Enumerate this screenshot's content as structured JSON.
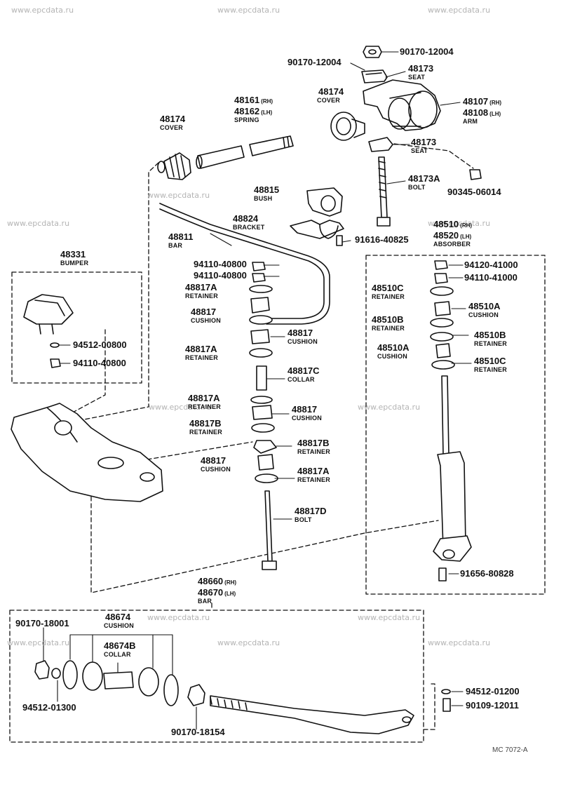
{
  "watermark": "www.epcdata.ru",
  "diagram_code": "MC 7072-A",
  "parts": [
    {
      "id": "p1",
      "number": "90170-12004",
      "suffix": "",
      "name": ""
    },
    {
      "id": "p2",
      "number": "90170-12004",
      "suffix": "",
      "name": ""
    },
    {
      "id": "p3",
      "number": "48173",
      "suffix": "",
      "name": "SEAT"
    },
    {
      "id": "p4",
      "number": "48174",
      "suffix": "",
      "name": "COVER"
    },
    {
      "id": "p5",
      "number": "48107",
      "suffix": "(RH)",
      "name": ""
    },
    {
      "id": "p6",
      "number": "48108",
      "suffix": "(LH)",
      "name": "ARM"
    },
    {
      "id": "p7",
      "number": "48161",
      "suffix": "(RH)",
      "name": ""
    },
    {
      "id": "p8",
      "number": "48162",
      "suffix": "(LH)",
      "name": "SPRING"
    },
    {
      "id": "p9",
      "number": "48174",
      "suffix": "",
      "name": "COVER"
    },
    {
      "id": "p10",
      "number": "48173",
      "suffix": "",
      "name": "SEAT"
    },
    {
      "id": "p11",
      "number": "48173A",
      "suffix": "",
      "name": "BOLT"
    },
    {
      "id": "p12",
      "number": "90345-06014",
      "suffix": "",
      "name": ""
    },
    {
      "id": "p13",
      "number": "48815",
      "suffix": "",
      "name": "BUSH"
    },
    {
      "id": "p14",
      "number": "48824",
      "suffix": "",
      "name": "BRACKET"
    },
    {
      "id": "p15",
      "number": "91616-40825",
      "suffix": "",
      "name": ""
    },
    {
      "id": "p16",
      "number": "48811",
      "suffix": "",
      "name": "BAR"
    },
    {
      "id": "p17",
      "number": "48510",
      "suffix": "(RH)",
      "name": ""
    },
    {
      "id": "p18",
      "number": "48520",
      "suffix": "(LH)",
      "name": "ABSORBER"
    },
    {
      "id": "p19",
      "number": "48331",
      "suffix": "",
      "name": "BUMPER"
    },
    {
      "id": "p20",
      "number": "94110-40800",
      "suffix": "",
      "name": ""
    },
    {
      "id": "p21",
      "number": "94110-40800",
      "suffix": "",
      "name": ""
    },
    {
      "id": "p22",
      "number": "48817A",
      "suffix": "",
      "name": "RETAINER"
    },
    {
      "id": "p23",
      "number": "48817",
      "suffix": "",
      "name": "CUSHION"
    },
    {
      "id": "p24",
      "number": "94120-41000",
      "suffix": "",
      "name": ""
    },
    {
      "id": "p25",
      "number": "94110-41000",
      "suffix": "",
      "name": ""
    },
    {
      "id": "p26",
      "number": "48510C",
      "suffix": "",
      "name": "RETAINER"
    },
    {
      "id": "p27",
      "number": "48510A",
      "suffix": "",
      "name": "CUSHION"
    },
    {
      "id": "p28",
      "number": "48510B",
      "suffix": "",
      "name": "RETAINER"
    },
    {
      "id": "p29",
      "number": "48510B",
      "suffix": "",
      "name": "RETAINER"
    },
    {
      "id": "p30",
      "number": "48510A",
      "suffix": "",
      "name": "CUSHION"
    },
    {
      "id": "p31",
      "number": "48510C",
      "suffix": "",
      "name": "RETAINER"
    },
    {
      "id": "p32",
      "number": "48817",
      "suffix": "",
      "name": "CUSHION"
    },
    {
      "id": "p33",
      "number": "48817A",
      "suffix": "",
      "name": "RETAINER"
    },
    {
      "id": "p34",
      "number": "48817C",
      "suffix": "",
      "name": "COLLAR"
    },
    {
      "id": "p35",
      "number": "94512-00800",
      "suffix": "",
      "name": ""
    },
    {
      "id": "p36",
      "number": "94110-40800",
      "suffix": "",
      "name": ""
    },
    {
      "id": "p37",
      "number": "48817A",
      "suffix": "",
      "name": "RETAINER"
    },
    {
      "id": "p38",
      "number": "48817",
      "suffix": "",
      "name": "CUSHION"
    },
    {
      "id": "p39",
      "number": "48817B",
      "suffix": "",
      "name": "RETAINER"
    },
    {
      "id": "p40",
      "number": "48817B",
      "suffix": "",
      "name": "RETAINER"
    },
    {
      "id": "p41",
      "number": "48817",
      "suffix": "",
      "name": "CUSHION"
    },
    {
      "id": "p42",
      "number": "48817A",
      "suffix": "",
      "name": "RETAINER"
    },
    {
      "id": "p43",
      "number": "48817D",
      "suffix": "",
      "name": "BOLT"
    },
    {
      "id": "p44",
      "number": "91656-80828",
      "suffix": "",
      "name": ""
    },
    {
      "id": "p45",
      "number": "48660",
      "suffix": "(RH)",
      "name": ""
    },
    {
      "id": "p46",
      "number": "48670",
      "suffix": "(LH)",
      "name": "BAR"
    },
    {
      "id": "p47",
      "number": "90170-18001",
      "suffix": "",
      "name": ""
    },
    {
      "id": "p48",
      "number": "48674",
      "suffix": "",
      "name": "CUSHION"
    },
    {
      "id": "p49",
      "number": "48674B",
      "suffix": "",
      "name": "COLLAR"
    },
    {
      "id": "p50",
      "number": "94512-01200",
      "suffix": "",
      "name": ""
    },
    {
      "id": "p51",
      "number": "90109-12011",
      "suffix": "",
      "name": ""
    },
    {
      "id": "p52",
      "number": "94512-01300",
      "suffix": "",
      "name": ""
    },
    {
      "id": "p53",
      "number": "90170-18154",
      "suffix": "",
      "name": ""
    }
  ]
}
